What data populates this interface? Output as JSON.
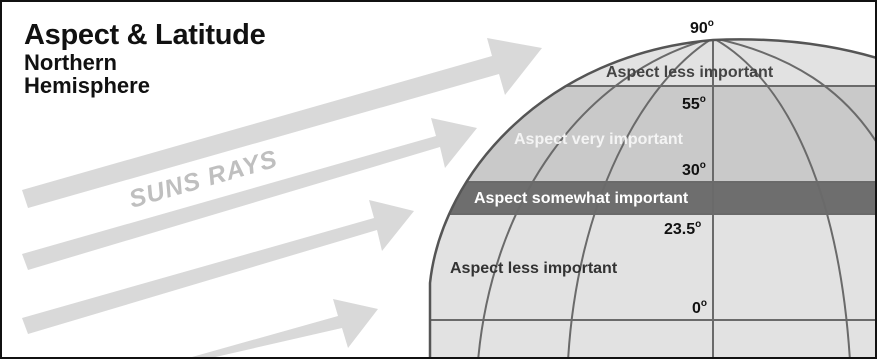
{
  "title": "Aspect & Latitude",
  "subtitle_line1": "Northern",
  "subtitle_line2": "Hemisphere",
  "rays_label": "SUNS RAYS",
  "latitudes": {
    "deg90": "90",
    "deg55": "55",
    "deg30": "30",
    "deg23_5": "23.5",
    "deg0": "0"
  },
  "degree_symbol": "o",
  "zones": {
    "polar": "Aspect less important",
    "mid": "Aspect very important",
    "subtropic": "Aspect somewhat important",
    "tropic": "Aspect less important"
  },
  "colors": {
    "globe_light": "#e2e2e2",
    "globe_mid": "#c9c9c9",
    "band_dark": "#6e6e6e",
    "grid": "#6a6a6a",
    "arrows": "#d9d9d9",
    "rays_text": "#bfbfbf"
  }
}
